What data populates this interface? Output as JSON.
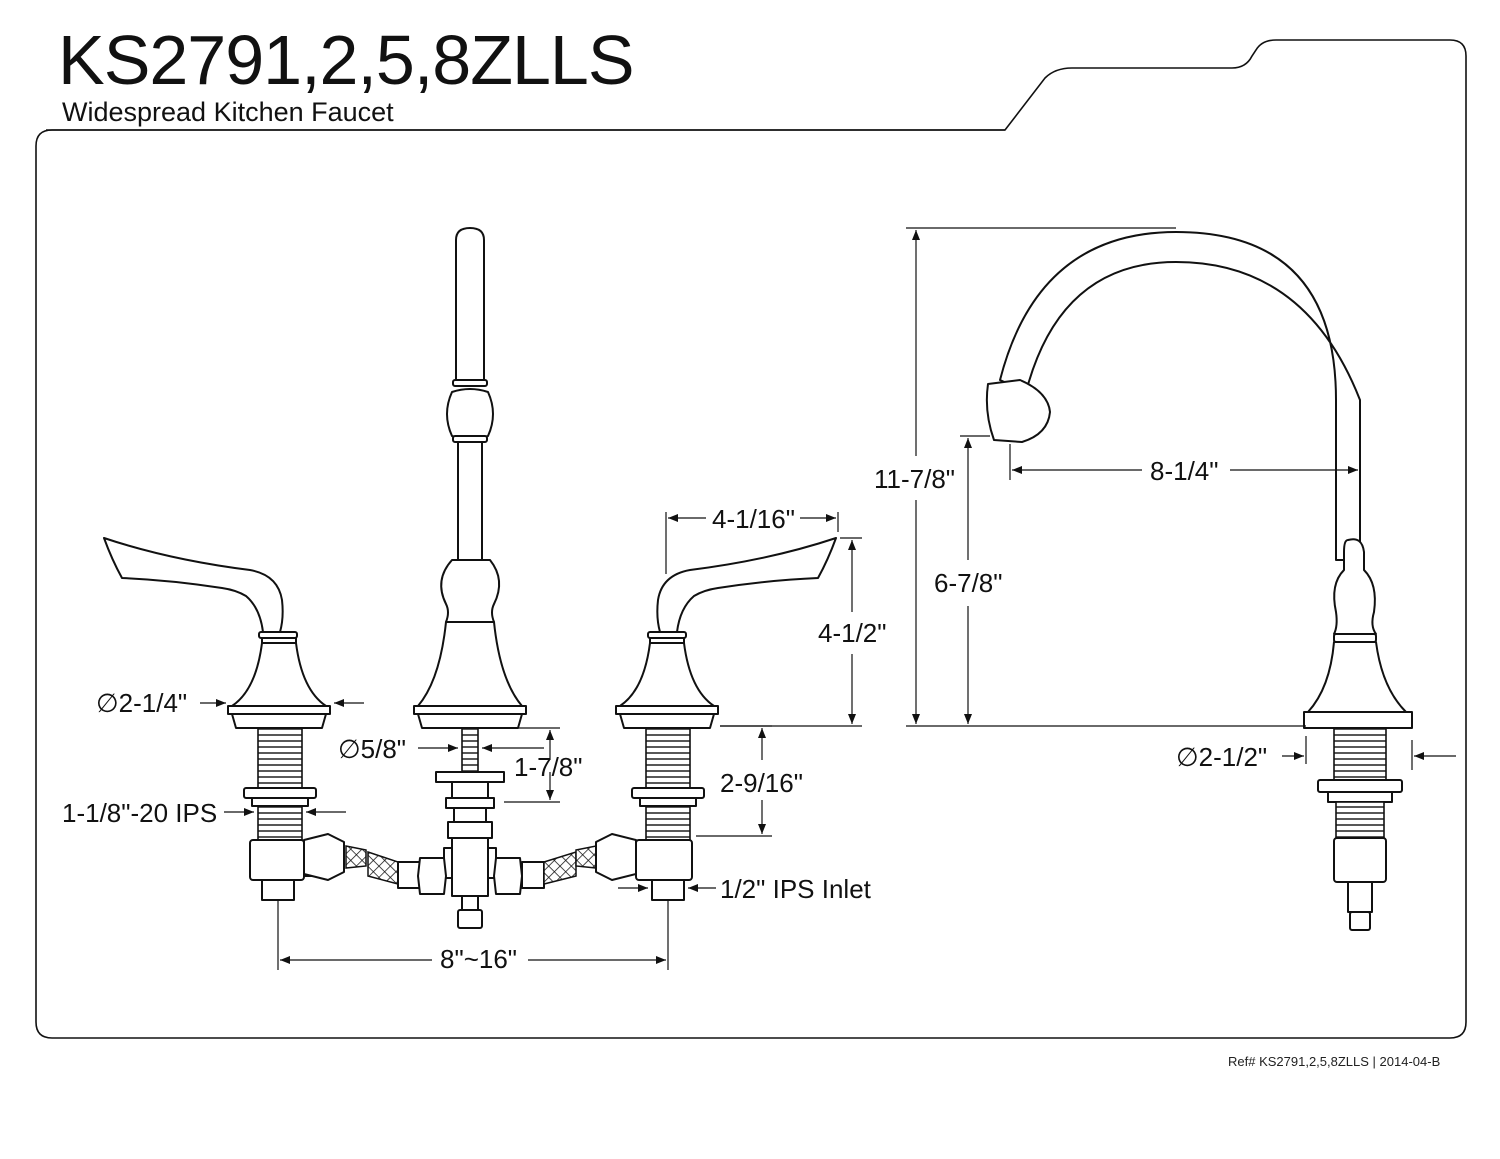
{
  "header": {
    "title": "KS2791,2,5,8ZLLS",
    "subtitle": "Widespread Kitchen Faucet"
  },
  "footer": {
    "ref": "Ref# KS2791,2,5,8ZLLS | 2014-04-B"
  },
  "dimensions": {
    "base_diameter_left": "∅2-1/4\"",
    "shank_diameter": "∅5/8\"",
    "spout_shank_length": "1-7/8\"",
    "shank_thread": "1-1/8\"-20 IPS",
    "shank_length": "2-9/16\"",
    "inlet": "1/2\" IPS Inlet",
    "spread": "8\"~16\"",
    "handle_width": "4-1/16\"",
    "handle_height": "4-1/2\"",
    "total_height": "11-7/8\"",
    "spout_height": "6-7/8\"",
    "spout_reach": "8-1/4\"",
    "base_diameter_right": "∅2-1/2\""
  }
}
